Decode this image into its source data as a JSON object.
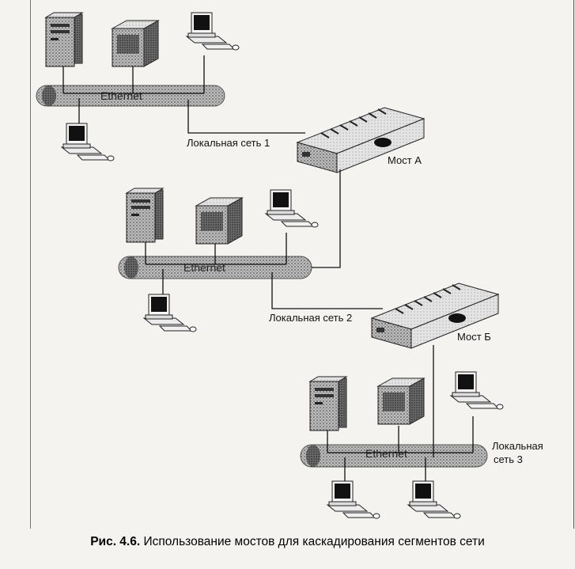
{
  "segments": [
    {
      "bus_label": "Ethernet",
      "network_label": "Локальная сеть 1"
    },
    {
      "bus_label": "Ethernet",
      "network_label": "Локальная сеть 2"
    },
    {
      "bus_label": "Ethernet",
      "network_label_line1": "Локальная",
      "network_label_line2": "сеть 3"
    }
  ],
  "bridges": [
    {
      "label": "Мост А"
    },
    {
      "label": "Мост Б"
    }
  ],
  "caption": {
    "prefix": "Рис. 4.6.",
    "text": "Использование мостов для каскадирования сегментов сети"
  },
  "icons": [
    "server-tower-icon",
    "server-cube-icon",
    "workstation-icon",
    "bridge-device-icon",
    "ethernet-bus-icon"
  ]
}
